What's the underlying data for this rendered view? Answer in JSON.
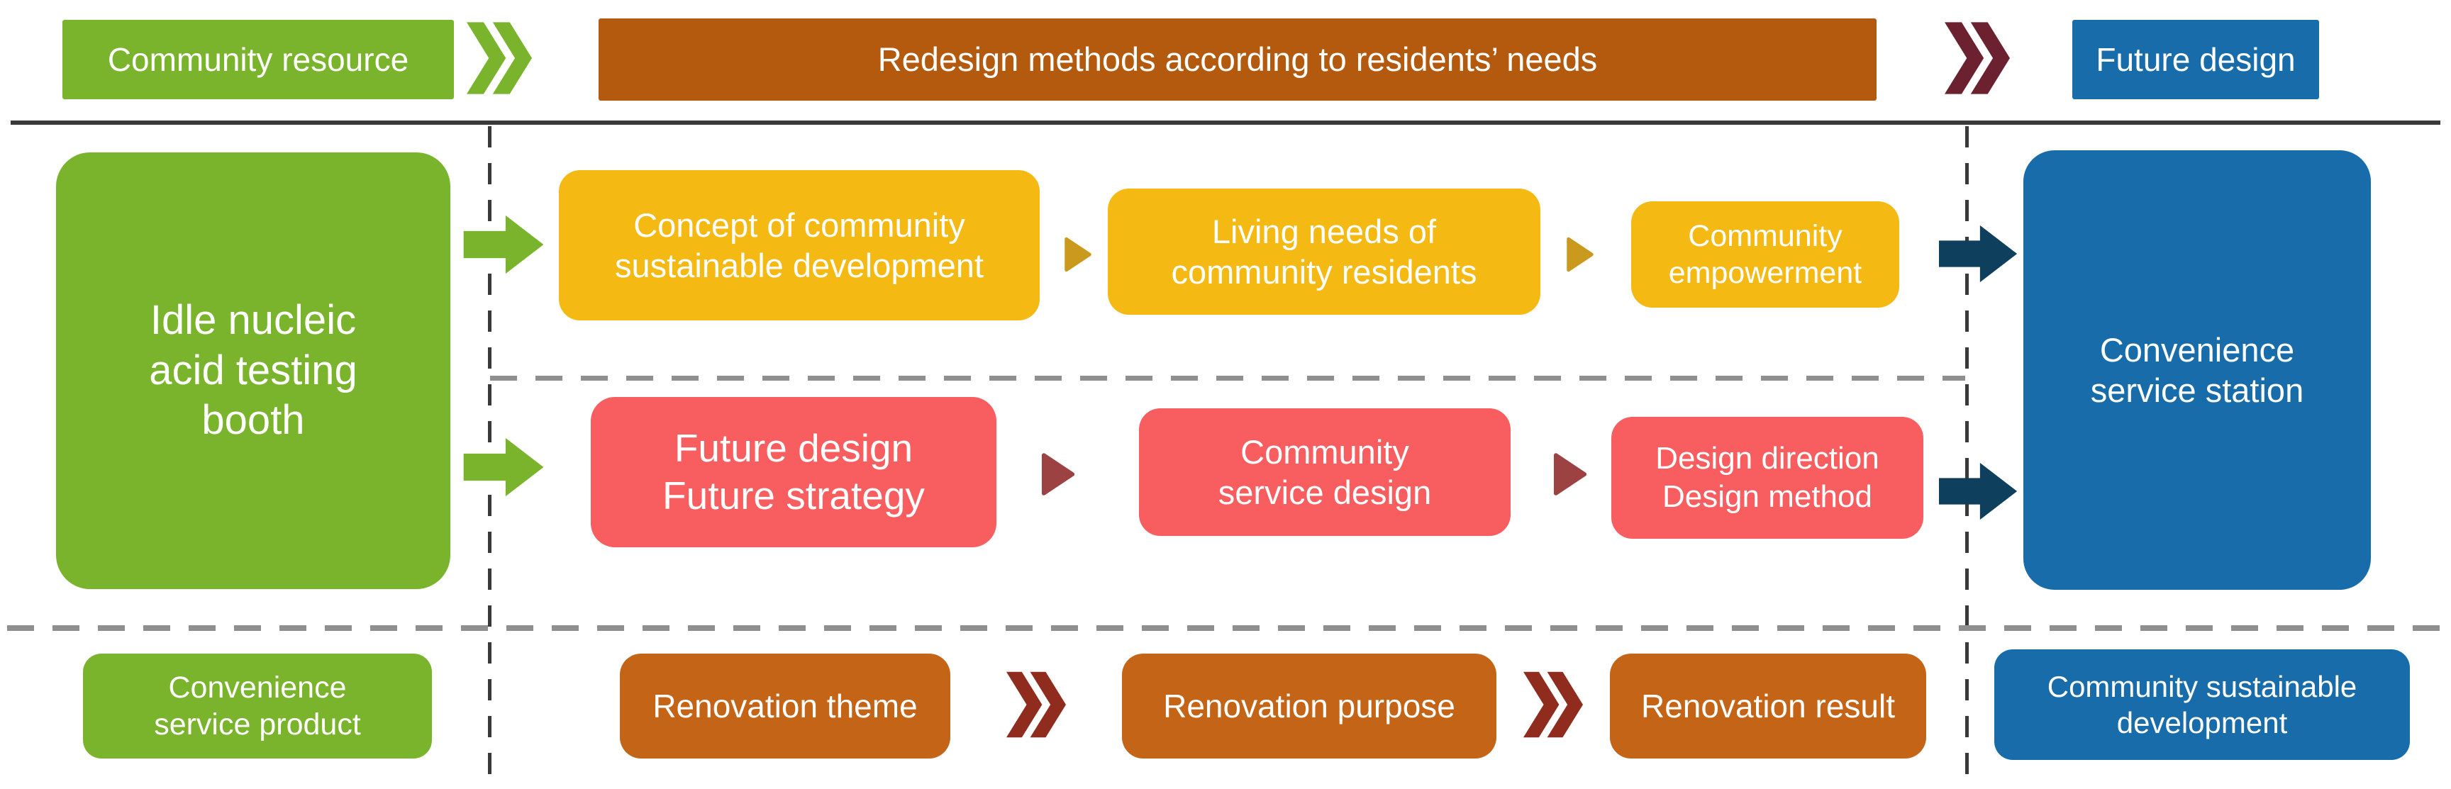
{
  "header": {
    "left_label": "Community resource",
    "middle_label": "Redesign methods according to residents’ needs",
    "right_label": "Future design"
  },
  "flow": {
    "source_label": "Idle nucleic\nacid testing\nbooth",
    "row1": {
      "steps": [
        "Concept of community\nsustainable development",
        "Living needs of\ncommunity residents",
        "Community\nempowerment"
      ]
    },
    "row2": {
      "steps": [
        "Future design\nFuture strategy",
        "Community\nservice design",
        "Design direction\nDesign method"
      ]
    },
    "result_label": "Convenience\nservice station"
  },
  "bottom": {
    "product_label": "Convenience\nservice product",
    "steps": [
      "Renovation theme",
      "Renovation purpose",
      "Renovation result"
    ],
    "outcome_label": "Community sustainable\ndevelopment"
  },
  "colors": {
    "green": "#7AB42C",
    "yellow": "#F5B914",
    "yellow-dark": "#C99A1E",
    "coral": "#F85E5F",
    "maroon": "#9C4242",
    "wine": "#6B2130",
    "brick": "#8F2C1E",
    "navy": "#0E405E",
    "blue": "#176CA9",
    "orange": "#C36417",
    "orange-dark": "#B45A0E",
    "line-dark": "#3A3A3A",
    "line-gray": "#8F8F8F"
  }
}
